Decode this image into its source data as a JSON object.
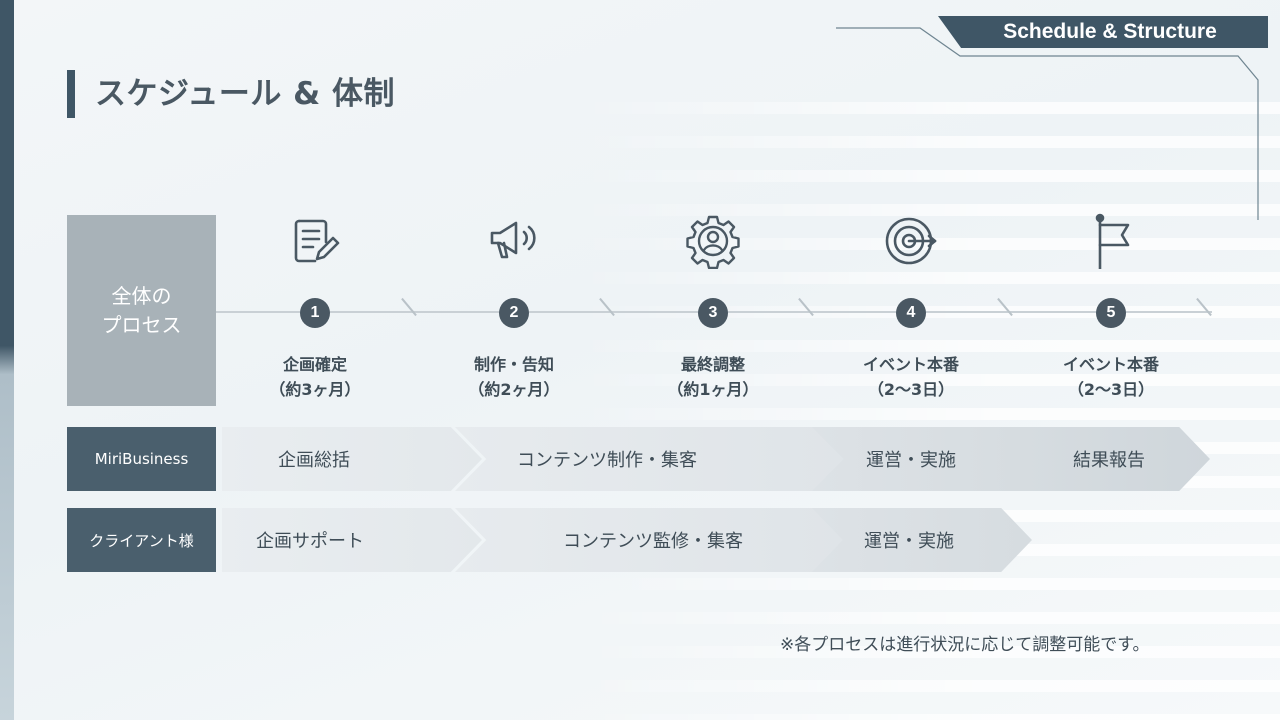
{
  "header": {
    "tab_label": "Schedule & Structure",
    "title": "スケジュール & 体制"
  },
  "process": {
    "label_line1": "全体の",
    "label_line2": "プロセス"
  },
  "steps": [
    {
      "number": "1",
      "icon": "document-edit-icon",
      "name": "企画確定",
      "duration": "（約3ヶ月）"
    },
    {
      "number": "2",
      "icon": "megaphone-icon",
      "name": "制作・告知",
      "duration": "（約2ヶ月）"
    },
    {
      "number": "3",
      "icon": "gear-user-icon",
      "name": "最終調整",
      "duration": "（約1ヶ月）"
    },
    {
      "number": "4",
      "icon": "target-icon",
      "name": "イベント本番",
      "duration": "（2〜3日）"
    },
    {
      "number": "5",
      "icon": "flag-icon",
      "name": "イベント本番",
      "duration": "（2〜3日）"
    }
  ],
  "rows": [
    {
      "label": "MiriBusiness",
      "tasks": [
        "企画総括",
        "コンテンツ制作・集客",
        "運営・実施",
        "結果報告"
      ]
    },
    {
      "label": "クライアント様",
      "tasks": [
        "企画サポート",
        "コンテンツ監修・集客",
        "運営・実施"
      ]
    }
  ],
  "footnote": "※各プロセスは進行状況に応じて調整可能です。",
  "colors": {
    "primary": "#3f5666",
    "label_gray": "#a8b2b8",
    "arrow_light": "#e7ebee",
    "arrow_mid": "#d4dade"
  }
}
